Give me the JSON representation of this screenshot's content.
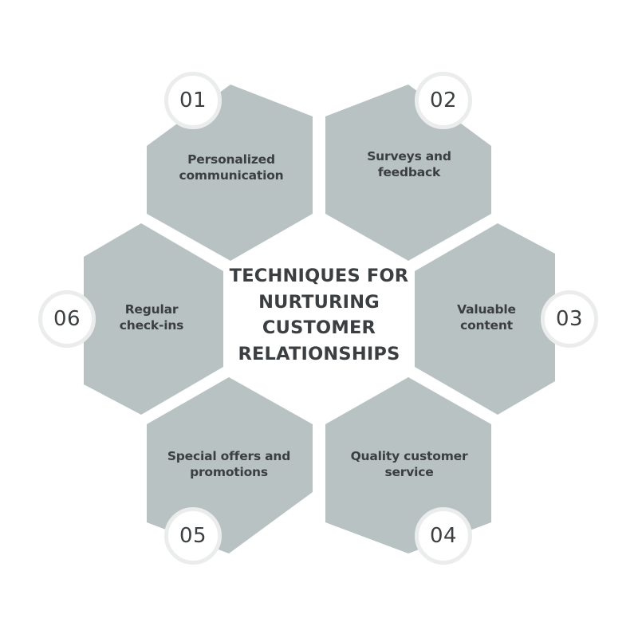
{
  "diagram": {
    "title_lines": [
      "TECHNIQUES FOR",
      "NURTURING",
      "CUSTOMER",
      "RELATIONSHIPS"
    ],
    "colors": {
      "hex_fill": "#b8c2c2",
      "text": "#3b3f41",
      "badge_fill": "#ffffff",
      "badge_ring": "#ebeded",
      "background": "#ffffff"
    },
    "items": [
      {
        "number": "01",
        "lines": [
          "Personalized",
          "communication"
        ]
      },
      {
        "number": "02",
        "lines": [
          "Surveys and",
          "feedback"
        ]
      },
      {
        "number": "03",
        "lines": [
          "Valuable",
          "content"
        ]
      },
      {
        "number": "04",
        "lines": [
          "Quality customer",
          "service"
        ]
      },
      {
        "number": "05",
        "lines": [
          "Special offers and",
          "promotions"
        ]
      },
      {
        "number": "06",
        "lines": [
          "Regular",
          "check-ins"
        ]
      }
    ]
  }
}
